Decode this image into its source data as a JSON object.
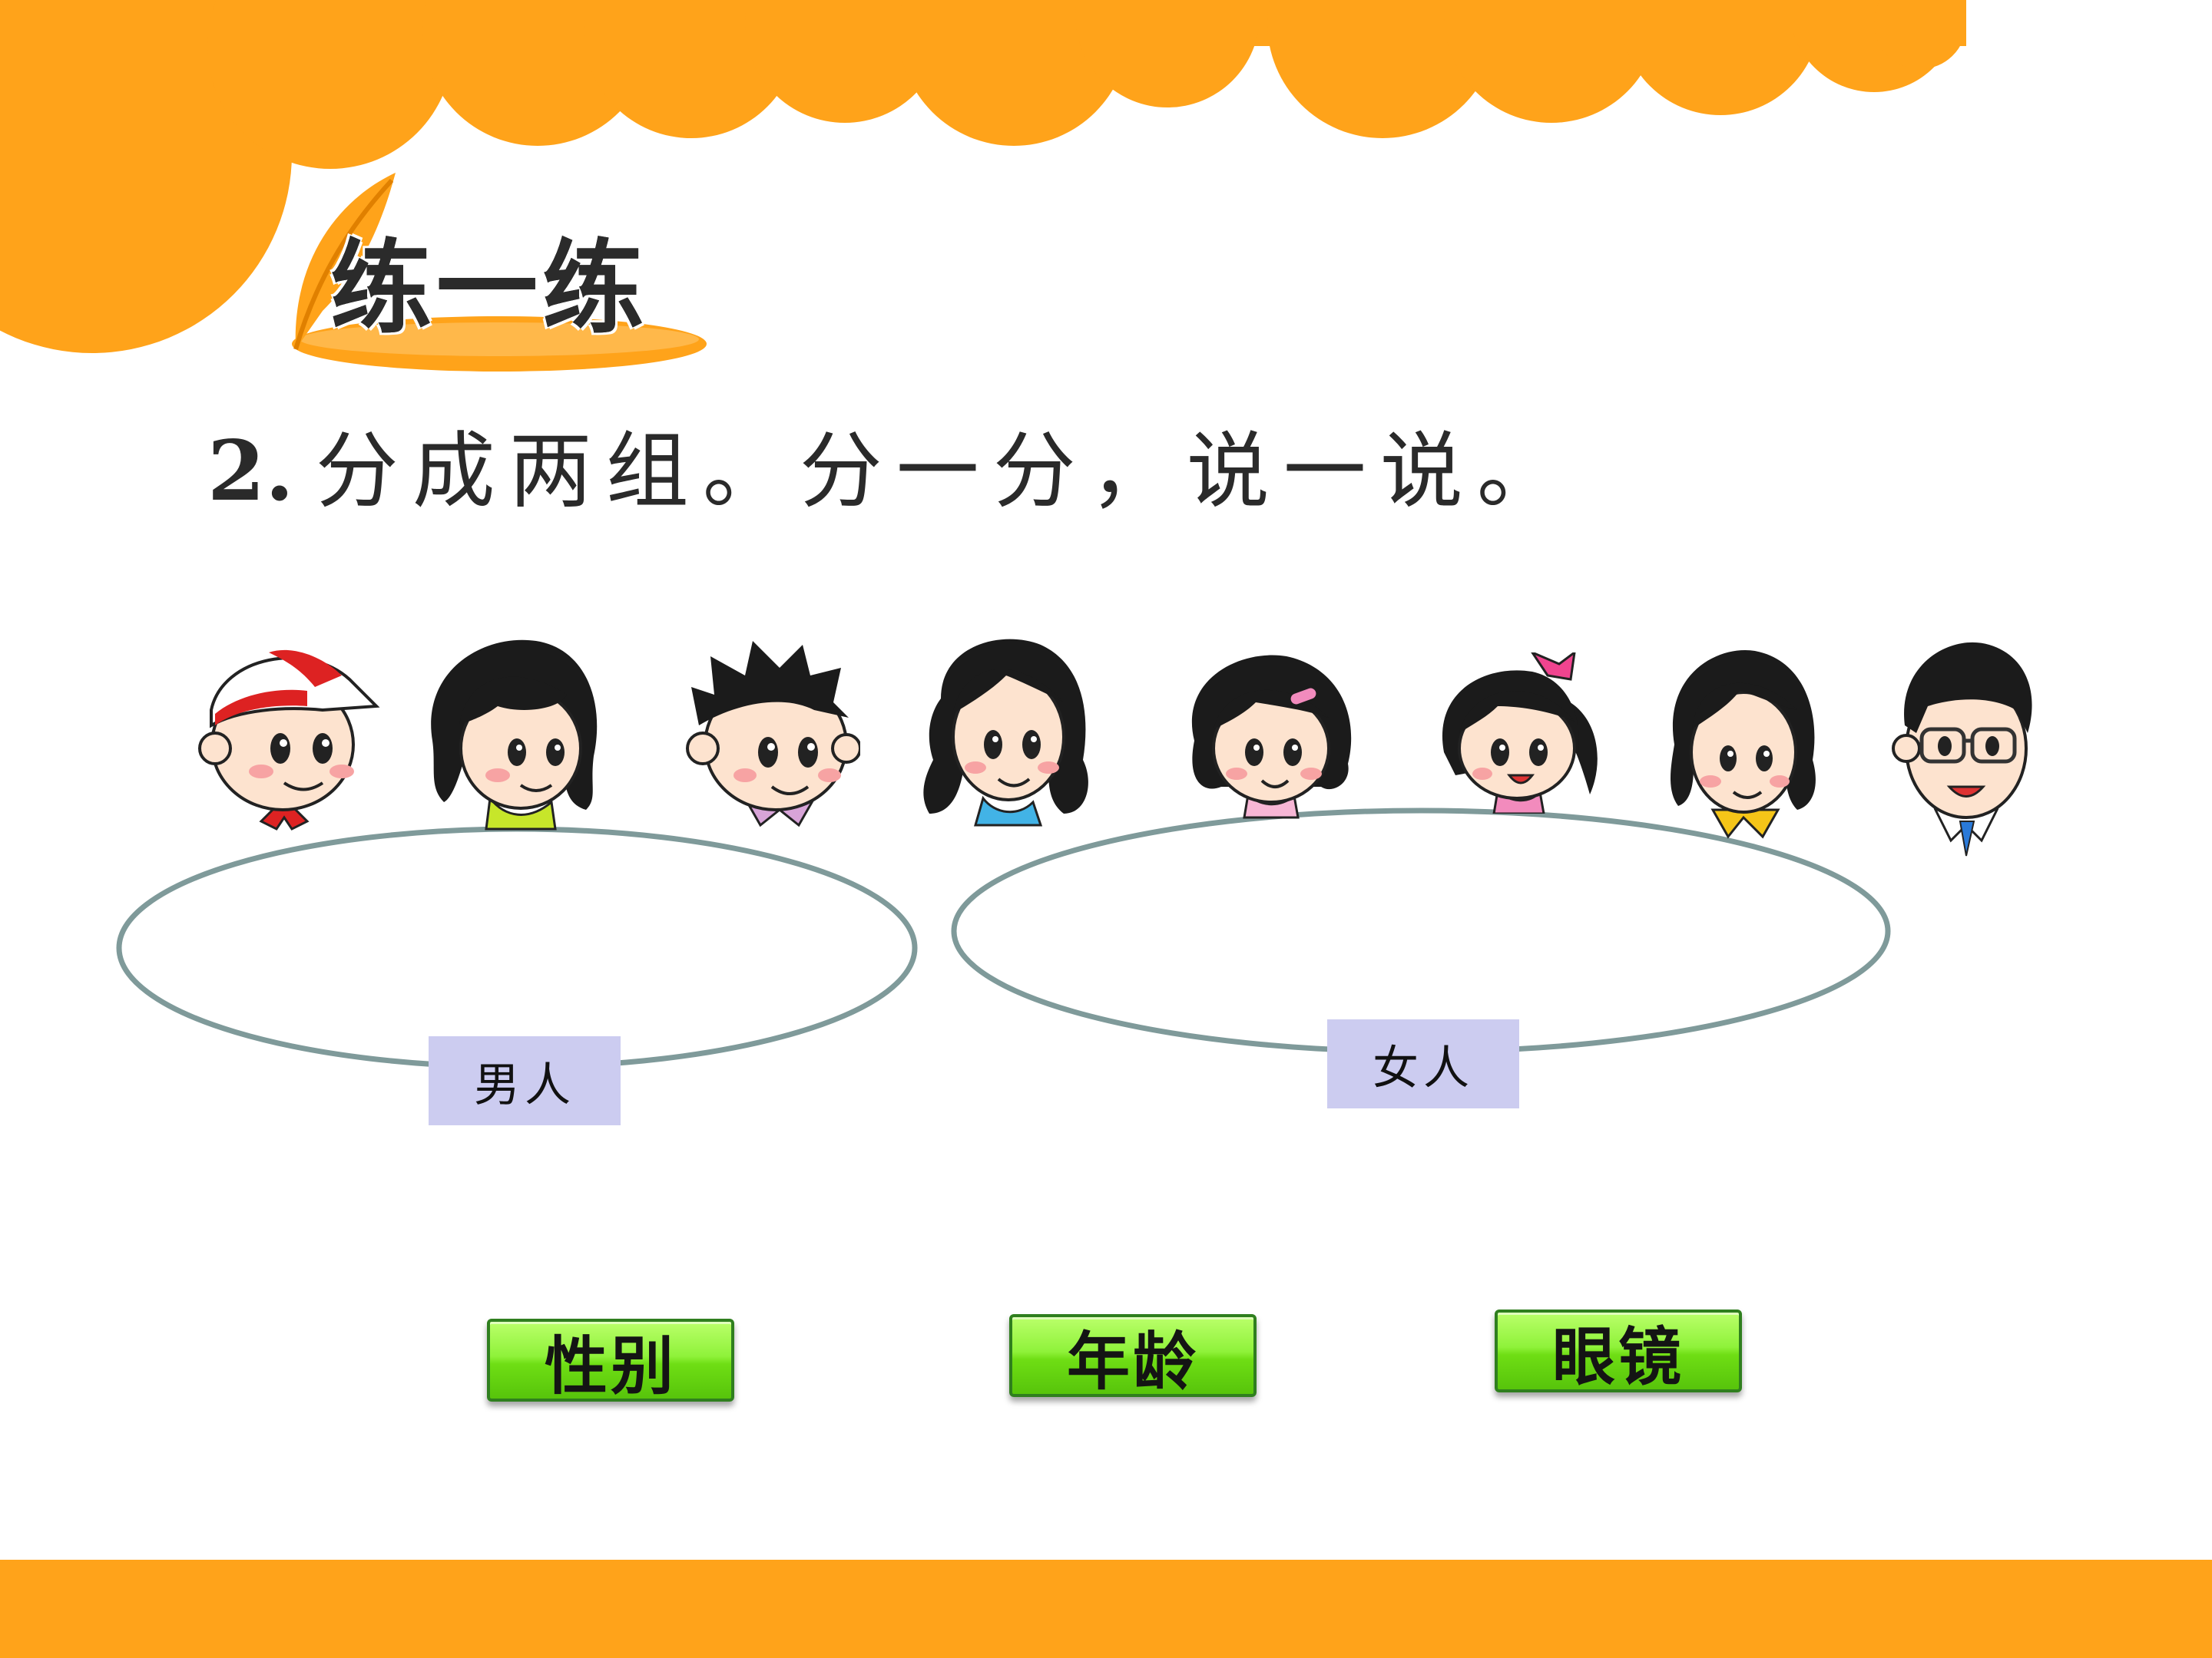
{
  "header": {
    "title": "练一练"
  },
  "exercise": {
    "number": "2.",
    "instruction": "分成两组。分一分，说一说。"
  },
  "faces": [
    {
      "name": "boy-red-cap"
    },
    {
      "name": "woman-short-hair"
    },
    {
      "name": "boy-spiky-hair"
    },
    {
      "name": "woman-long-hair"
    },
    {
      "name": "girl-pink-clip"
    },
    {
      "name": "girl-ponytail"
    },
    {
      "name": "woman-yellow-collar"
    },
    {
      "name": "man-glasses"
    }
  ],
  "groups": [
    {
      "label": "男人"
    },
    {
      "label": "女人"
    }
  ],
  "buttons": [
    {
      "label": "性别"
    },
    {
      "label": "年龄"
    },
    {
      "label": "眼镜"
    }
  ],
  "colors": {
    "orange": "#ffa31a",
    "ellipse_stroke": "#7f9a9a",
    "label_bg": "#ccccf0",
    "button_green": "#7fe52a"
  }
}
